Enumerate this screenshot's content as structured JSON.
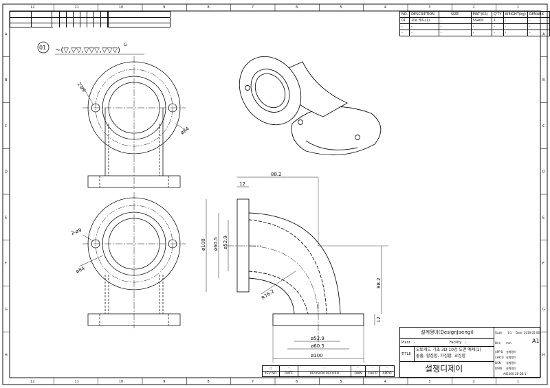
{
  "roughness": {
    "item_no": "01",
    "symbol": "~(▽,▽▽,▽▽▽,▽▽▽)",
    "grade": "G"
  },
  "bom": {
    "headers": [
      "NO.",
      "DESCRIPTION",
      "SIZE",
      "MAT'(KS)",
      "Q'TY",
      "WEIGHT(kg)",
      "REMARK"
    ],
    "rows": [
      [
        "01",
        "오토 캐드(1)",
        "-",
        "SS400",
        "1",
        "-",
        "-"
      ],
      [
        "-",
        "-",
        "-",
        "-",
        "-",
        "-",
        "-"
      ],
      [
        "-",
        "-",
        "-",
        "-",
        "-",
        "-",
        "-"
      ]
    ]
  },
  "dimensions": {
    "top_hole": "2-ø9",
    "top_pcd": "ø84",
    "front_hole": "2-ø9",
    "front_pcd": "ø84",
    "horizontal_88": "88.2",
    "flange_12_top": "12",
    "dia100": "ø100",
    "dia60_5": "ø60.5",
    "dia52_9": "ø52.9",
    "radius": "R76.2",
    "vertical_88": "88.2",
    "flange_12_right": "12",
    "bottom_52_9": "ø52.9",
    "bottom_60_5": "ø60.5",
    "bottom_100": "ø100"
  },
  "revision": {
    "row": [
      "△",
      "-",
      "-",
      "-",
      "-",
      "-"
    ],
    "headers": [
      "REV NO.",
      "DATE",
      "REVISION RECORD",
      "DWN",
      "CHK'D",
      "APP'D"
    ]
  },
  "title_block": {
    "company": "설계쟁이(DesignJaengi)",
    "plant_label": "Plant",
    "plant_value": "-",
    "facility_label": "Facility",
    "facility_value": "-",
    "title_label": "TITLE",
    "title_line1": "오토캐드 기초 3D 10강 도면 예제(1)",
    "title_line2": "돌출, 합집합, 차집합, 교집합",
    "logo_text": "설쟁디제이",
    "scale_label": "Scale",
    "scale_value": "1/1",
    "date_label": "Date",
    "date_value": "2019.05.06",
    "dim_label": "Dim",
    "dim_value": "mm",
    "size_value": "A1",
    "appd": "APP'D",
    "chkd": "CHK'D",
    "dsn": "DSN",
    "dwn": "DWN",
    "sign": "설계쟁이",
    "dwg_no": "A01000-2B-DB-1"
  },
  "border": {
    "columns": [
      "12",
      "11",
      "10",
      "9",
      "8",
      "7",
      "6",
      "5",
      "4",
      "3",
      "2",
      "1"
    ],
    "rows": [
      "A",
      "B",
      "C",
      "D",
      "E",
      "F",
      "G",
      "H"
    ]
  }
}
